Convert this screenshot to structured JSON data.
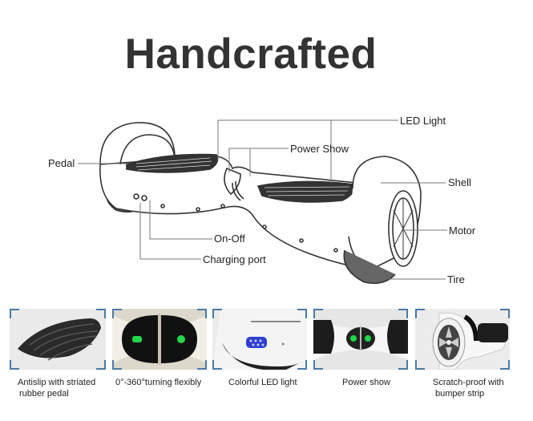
{
  "title": "Handcrafted",
  "diagram": {
    "subject": "self-balancing scooter (hoverboard)",
    "labels": {
      "led_light": "LED Light",
      "power_show": "Power Show",
      "pedal": "Pedal",
      "shell": "Shell",
      "motor": "Motor",
      "on_off": "On-Off",
      "charging_port": "Charging port",
      "tire": "Tire"
    }
  },
  "features": [
    {
      "image": "rubber-pedal",
      "caption_line1": "Antislip with striated",
      "caption_line2": "rubber pedal"
    },
    {
      "image": "center-joint-green-leds",
      "caption_line1": "0°-360°turning flexibly",
      "caption_line2": ""
    },
    {
      "image": "blue-led-light",
      "caption_line1": "Colorful LED light",
      "caption_line2": ""
    },
    {
      "image": "power-show-indicator",
      "caption_line1": "Power show",
      "caption_line2": ""
    },
    {
      "image": "wheel-bumper",
      "caption_line1": "Scratch-proof with",
      "caption_line2": "bumper strip"
    }
  ],
  "colors": {
    "title": "#333333",
    "bracket": "#4b7aa6",
    "led_green": "#22d64a",
    "led_blue": "#2f3fd0",
    "panel_bg": "#e4e4e4"
  }
}
